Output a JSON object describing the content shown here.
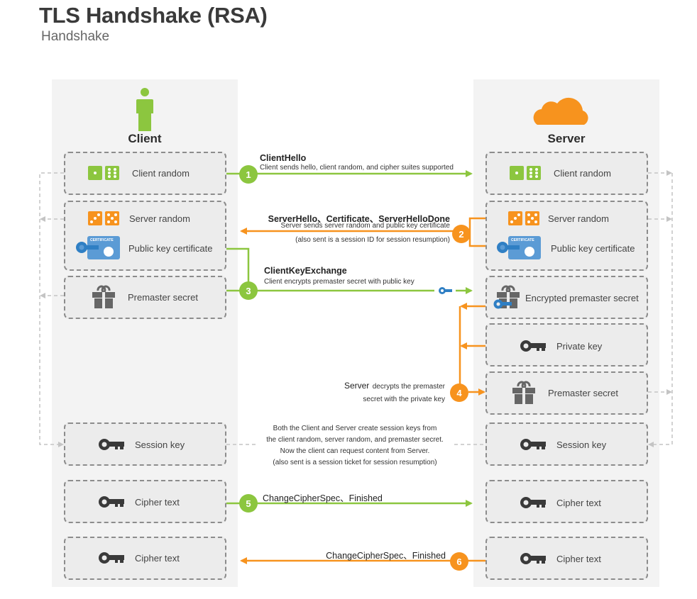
{
  "header": {
    "title": "TLS Handshake (RSA)",
    "subtitle": "Handshake"
  },
  "colors": {
    "green": "#8cc63f",
    "orange": "#f7931e",
    "blue": "#2f7fc4",
    "dark_icon": "#3a3a3a",
    "gray_icon": "#666666",
    "panel": "#f3f3f3",
    "box": "#ececec",
    "dash": "#8c8c8c"
  },
  "client": {
    "label": "Client",
    "icon": "person-icon",
    "boxes": [
      {
        "items": [
          {
            "icon": "dice-green-icon",
            "label": "Client random"
          }
        ]
      },
      {
        "items": [
          {
            "icon": "dice-orange-icon",
            "label": "Server random"
          },
          {
            "icon": "certificate-icon",
            "label": "Public key certificate"
          }
        ]
      },
      {
        "items": [
          {
            "icon": "gift-icon",
            "label": "Premaster secret"
          }
        ]
      },
      {
        "items": [
          {
            "icon": "key-icon",
            "label": "Session key"
          }
        ]
      },
      {
        "items": [
          {
            "icon": "key-icon",
            "label": "Cipher text"
          }
        ]
      },
      {
        "items": [
          {
            "icon": "key-icon",
            "label": "Cipher text"
          }
        ]
      }
    ]
  },
  "server": {
    "label": "Server",
    "icon": "cloud-icon",
    "boxes": [
      {
        "items": [
          {
            "icon": "dice-green-icon",
            "label": "Client random"
          }
        ]
      },
      {
        "items": [
          {
            "icon": "dice-orange-icon",
            "label": "Server random"
          },
          {
            "icon": "certificate-icon",
            "label": "Public key certificate"
          }
        ]
      },
      {
        "items": [
          {
            "icon": "encrypted-gift-icon",
            "label": "Encrypted premaster secret"
          }
        ]
      },
      {
        "items": [
          {
            "icon": "key-icon",
            "label": "Private key"
          }
        ]
      },
      {
        "items": [
          {
            "icon": "gift-icon",
            "label": "Premaster secret"
          }
        ]
      },
      {
        "items": [
          {
            "icon": "key-icon",
            "label": "Session key"
          }
        ]
      },
      {
        "items": [
          {
            "icon": "key-icon",
            "label": "Cipher text"
          }
        ]
      },
      {
        "items": [
          {
            "icon": "key-icon",
            "label": "Cipher text"
          }
        ]
      }
    ]
  },
  "steps": [
    {
      "number": "1",
      "color": "green",
      "direction": "client-to-server",
      "title": "ClientHello",
      "description": "Client sends hello, client random, and cipher suites supported"
    },
    {
      "number": "2",
      "color": "orange",
      "direction": "server-to-client",
      "title": "ServerHello、Certificate、ServerHelloDone",
      "description": "Server sends server random and public key certificate",
      "note": "(also sent is a session ID for session resumption)"
    },
    {
      "number": "3",
      "color": "green",
      "direction": "client-to-server",
      "title": "ClientKeyExchange",
      "description": "Client encrypts premaster secret with public key"
    },
    {
      "number": "4",
      "color": "orange",
      "direction": "server-internal",
      "title": "Server",
      "description_line1": "decrypts the premaster",
      "description_line2": "secret with the private key"
    },
    {
      "number": "5",
      "color": "green",
      "direction": "client-to-server",
      "title": "ChangeCipherSpec、Finished"
    },
    {
      "number": "6",
      "color": "orange",
      "direction": "server-to-client",
      "title": "ChangeCipherSpec、Finished"
    }
  ],
  "session_note": {
    "lines": [
      "Both the Client and Server create session keys from",
      "the client random, server random, and premaster secret.",
      "Now the client can request content from Server.",
      "(also sent is a session ticket for session resumption)"
    ]
  }
}
